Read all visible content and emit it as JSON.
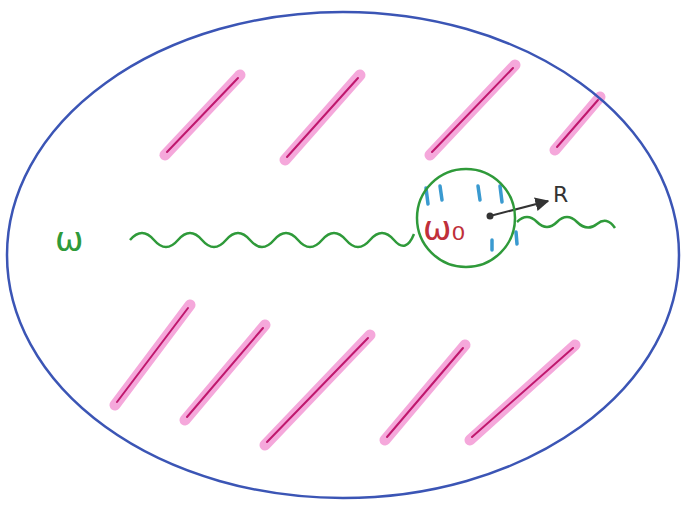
{
  "diagram": {
    "nodes": [
      {
        "text": [
          "ω"
        ]
      },
      {
        "text": [
          "ω₀"
        ],
        "in": 0
      }
    ],
    "labels": [
      "R"
    ]
  }
}
